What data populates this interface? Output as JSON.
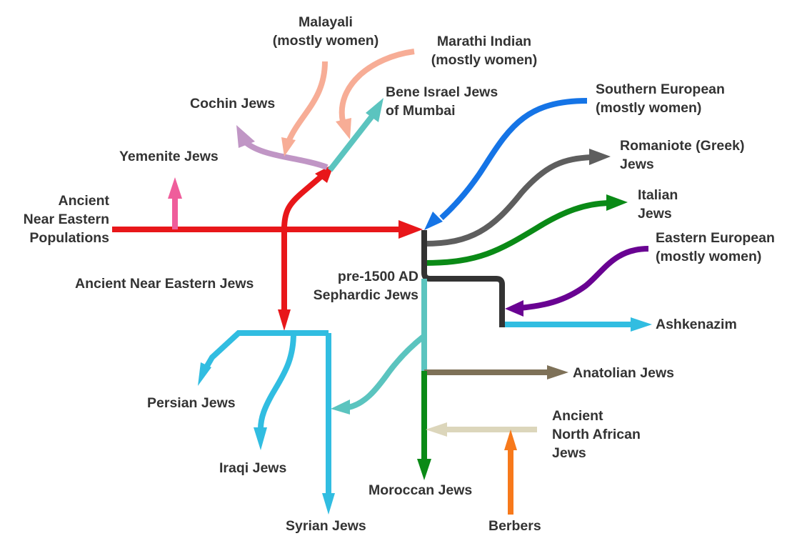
{
  "diagram": {
    "type": "population-admixture-flow",
    "colors": {
      "text": "#333333",
      "ancient_near_eastern": "#e8171a",
      "yemenite": "#ef5d9b",
      "cochin": "#c096c5",
      "indian_women": "#f7ad96",
      "bene_israel": "#5bc4bf",
      "southern_european": "#1574e6",
      "romaniote": "#5e5e5e",
      "italian": "#0a8a16",
      "eastern_european": "#690292",
      "sephardic_trunk": "#333333",
      "ashkenazim": "#31bde1",
      "mizrahi": "#31bde1",
      "sephardic_lower": "#5bc4bf",
      "anatolian": "#7e7158",
      "north_african": "#dcd6bb",
      "berbers": "#f7791b",
      "moroccan": "#0a8a16"
    },
    "nodes": {
      "ancient_near_eastern_populations": "Ancient\nNear Eastern\nPopulations",
      "yemenite_jews": "Yemenite Jews",
      "cochin_jews": "Cochin Jews",
      "malayali": "Malayali\n(mostly women)",
      "marathi_indian": "Marathi Indian\n(mostly women)",
      "bene_israel": "Bene Israel Jews\nof Mumbai",
      "ancient_near_eastern_jews": "Ancient Near Eastern Jews",
      "southern_european": "Southern European\n(mostly women)",
      "romaniote": "Romaniote (Greek)\nJews",
      "italian_jews": "Italian\nJews",
      "eastern_european": "Eastern European\n(mostly women)",
      "sephardic_pre1500": "pre-1500 AD\nSephardic Jews",
      "ashkenazim": "Ashkenazim",
      "persian_jews": "Persian Jews",
      "iraqi_jews": "Iraqi Jews",
      "syrian_jews": "Syrian Jews",
      "anatolian_jews": "Anatolian Jews",
      "ancient_north_african_jews": "Ancient\nNorth African\nJews",
      "moroccan_jews": "Moroccan Jews",
      "berbers": "Berbers"
    },
    "edges": [
      {
        "from": "Ancient Near Eastern Populations",
        "to": "pre-1500 AD Sephardic Jews"
      },
      {
        "from": "Ancient Near Eastern Populations",
        "to": "Yemenite Jews"
      },
      {
        "from": "Ancient Near Eastern Populations",
        "to": "Ancient Near Eastern Jews"
      },
      {
        "from": "Ancient Near Eastern Populations",
        "to": "Bene Israel Jews of Mumbai"
      },
      {
        "from": "Ancient Near Eastern Populations",
        "to": "Cochin Jews"
      },
      {
        "from": "Malayali (mostly women)",
        "to": "Cochin Jews"
      },
      {
        "from": "Marathi Indian (mostly women)",
        "to": "Bene Israel Jews of Mumbai"
      },
      {
        "from": "Southern European (mostly women)",
        "to": "pre-1500 AD Sephardic Jews"
      },
      {
        "from": "pre-1500 AD Sephardic Jews",
        "to": "Romaniote (Greek) Jews"
      },
      {
        "from": "pre-1500 AD Sephardic Jews",
        "to": "Italian Jews"
      },
      {
        "from": "pre-1500 AD Sephardic Jews",
        "to": "Ashkenazim"
      },
      {
        "from": "Eastern European (mostly women)",
        "to": "Ashkenazim"
      },
      {
        "from": "Ancient Near Eastern Jews",
        "to": "Persian Jews"
      },
      {
        "from": "Ancient Near Eastern Jews",
        "to": "Iraqi Jews"
      },
      {
        "from": "Ancient Near Eastern Jews",
        "to": "Syrian Jews"
      },
      {
        "from": "pre-1500 AD Sephardic Jews",
        "to": "Syrian Jews"
      },
      {
        "from": "pre-1500 AD Sephardic Jews",
        "to": "Anatolian Jews"
      },
      {
        "from": "pre-1500 AD Sephardic Jews",
        "to": "Moroccan Jews"
      },
      {
        "from": "Ancient North African Jews",
        "to": "Moroccan Jews"
      },
      {
        "from": "Berbers",
        "to": "Ancient North African Jews"
      }
    ]
  }
}
